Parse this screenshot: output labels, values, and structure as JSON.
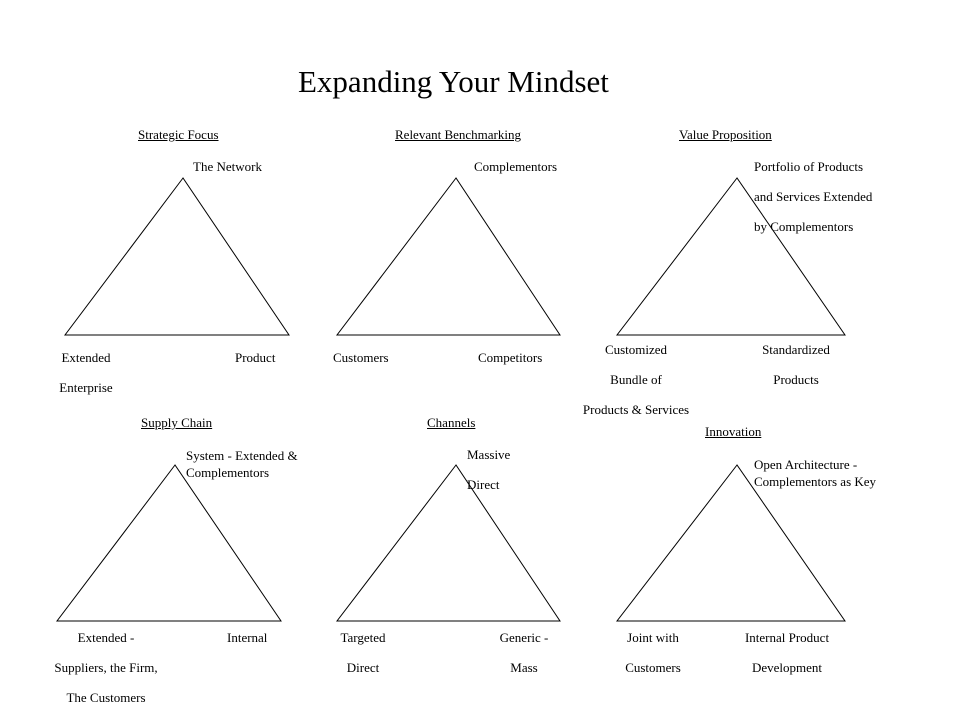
{
  "title": "Expanding Your Mindset",
  "panels": [
    {
      "heading": "Strategic Focus",
      "top": [
        "The Network"
      ],
      "left": [
        "Extended",
        "Enterprise"
      ],
      "right": [
        "Product"
      ]
    },
    {
      "heading": "Relevant Benchmarking",
      "top": [
        "Complementors"
      ],
      "left": [
        "Customers"
      ],
      "right": [
        "Competitors"
      ]
    },
    {
      "heading": "Value Proposition",
      "top": [
        "Portfolio of Products",
        "and Services Extended",
        "by Complementors"
      ],
      "left": [
        "Customized",
        "Bundle of",
        "Products & Services"
      ],
      "right": [
        "Standardized",
        "Products"
      ]
    },
    {
      "heading": "Supply Chain",
      "top": [
        "System - Extended &",
        "Complementors"
      ],
      "left": [
        "Extended -",
        "Suppliers, the Firm,",
        "The Customers"
      ],
      "right": [
        "Internal"
      ]
    },
    {
      "heading": "Channels",
      "top": [
        "Massive",
        "Direct"
      ],
      "left": [
        "Targeted",
        "Direct"
      ],
      "right": [
        "Generic -",
        "Mass"
      ]
    },
    {
      "heading": "Innovation",
      "top": [
        "Open Architecture -",
        "Complementors as Key"
      ],
      "left": [
        "Joint with",
        "Customers"
      ],
      "right": [
        "Internal Product",
        "Development"
      ]
    }
  ]
}
